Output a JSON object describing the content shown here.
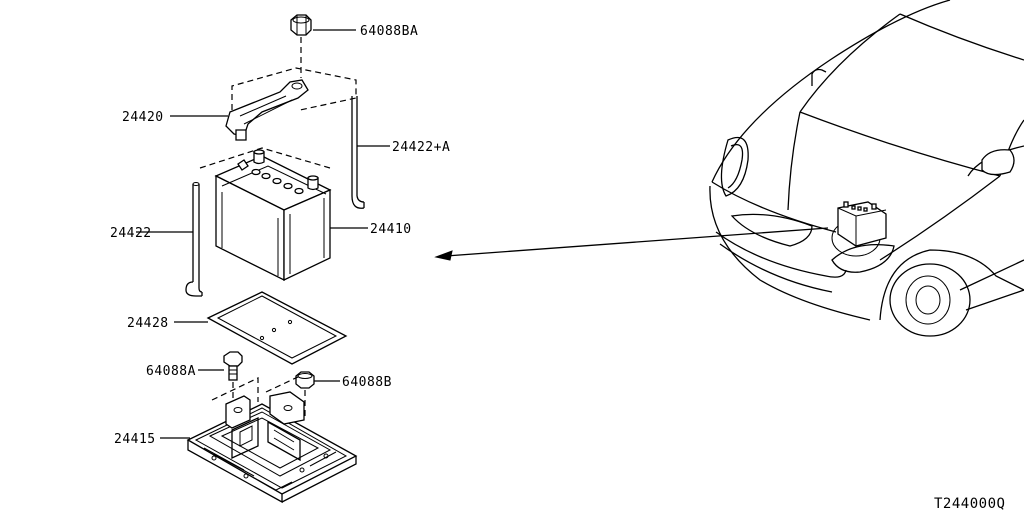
{
  "parts": {
    "nut_top": "64088BA",
    "bracket": "24420",
    "rod_right": "24422+A",
    "rod_left": "24422",
    "battery": "24410",
    "tray_pad": "24428",
    "bolt": "64088A",
    "nut_right": "64088B",
    "tray_base": "24415"
  },
  "diagram_code": "T244000Q"
}
